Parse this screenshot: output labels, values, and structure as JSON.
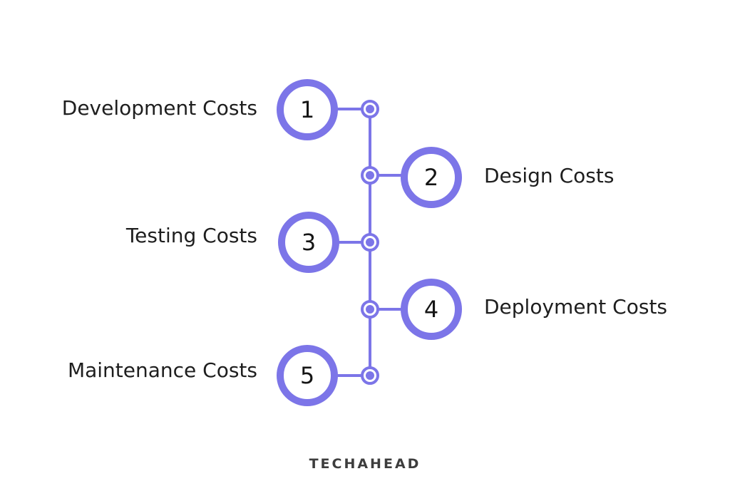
{
  "diagram": {
    "type": "vertical-timeline",
    "items": [
      {
        "number": "1",
        "label": "Development Costs",
        "side": "left"
      },
      {
        "number": "2",
        "label": "Design Costs",
        "side": "right"
      },
      {
        "number": "3",
        "label": "Testing Costs",
        "side": "left"
      },
      {
        "number": "4",
        "label": "Deployment Costs",
        "side": "right"
      },
      {
        "number": "5",
        "label": "Maintenance Costs",
        "side": "left"
      }
    ],
    "colors": {
      "accent": "#7C75E8",
      "text": "#1E1E1E",
      "logo": "#3D3D3D",
      "background": "#FFFFFF"
    }
  },
  "footer": {
    "brand": "TECHAHEAD"
  }
}
